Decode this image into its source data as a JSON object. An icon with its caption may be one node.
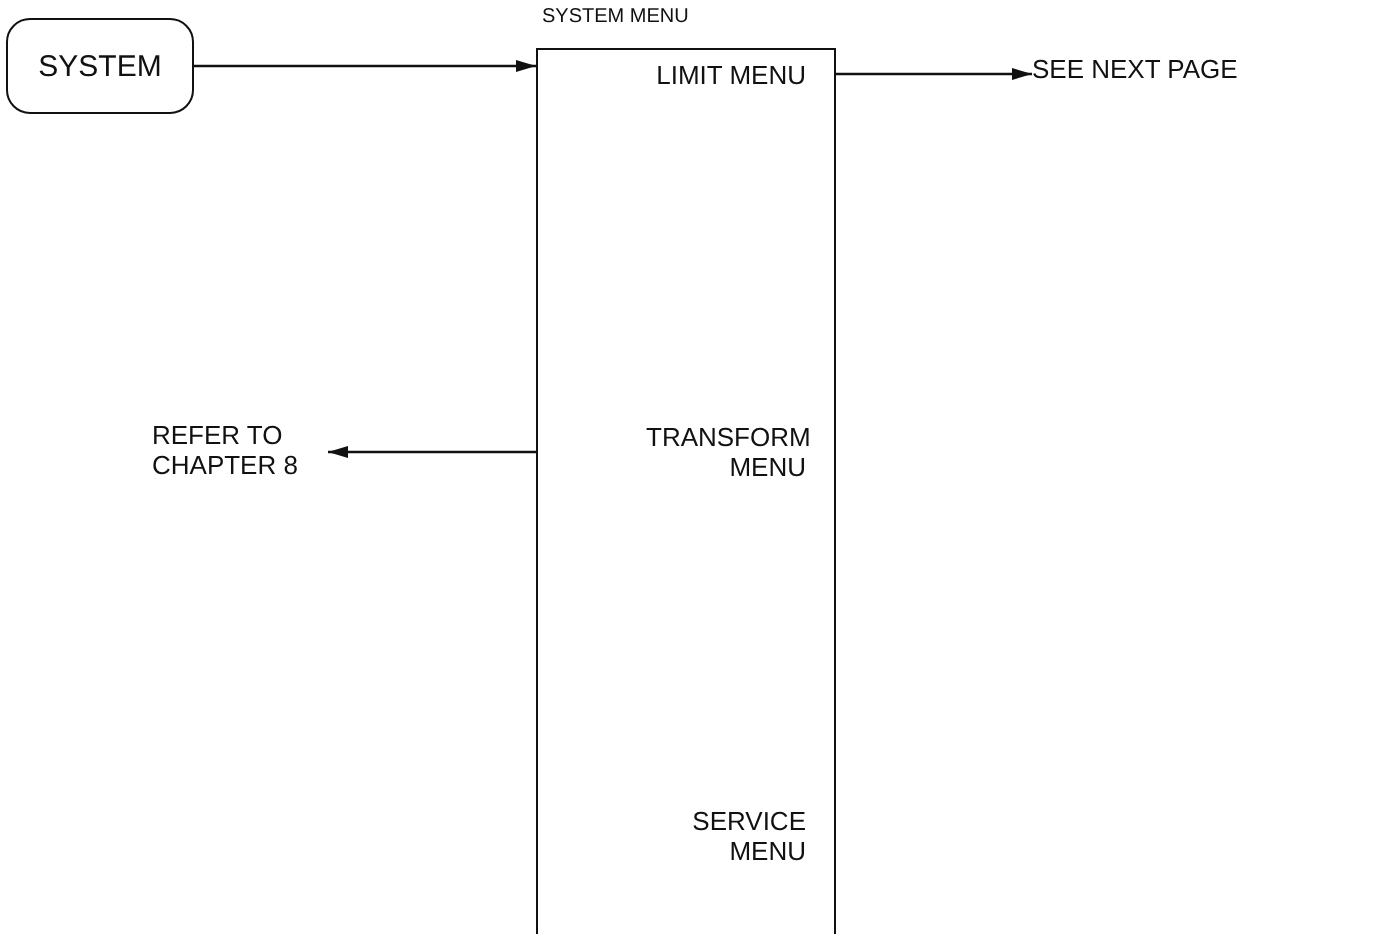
{
  "diagram": {
    "nodes": [
      {
        "text": [
          "SYSTEM"
        ]
      },
      {
        "text": [
          "SYSTEM MENU"
        ]
      },
      {
        "text": [
          "LIMIT MENU"
        ],
        "in": 1
      },
      {
        "text": [
          "TRANSFORM MENU"
        ],
        "in": 1
      },
      {
        "text": [
          "SERVICE MENU"
        ],
        "in": 1
      },
      {
        "text": [
          "SEE NEXT PAGE"
        ]
      },
      {
        "text": [
          "REFER TO CHAPTER 8"
        ]
      }
    ],
    "edges": [
      {
        "from": 0,
        "to": 1,
        "arrow": "to"
      },
      {
        "from": 2,
        "to": 5,
        "arrow": "to"
      },
      {
        "from": 3,
        "to": 6,
        "arrow": "to"
      }
    ]
  }
}
